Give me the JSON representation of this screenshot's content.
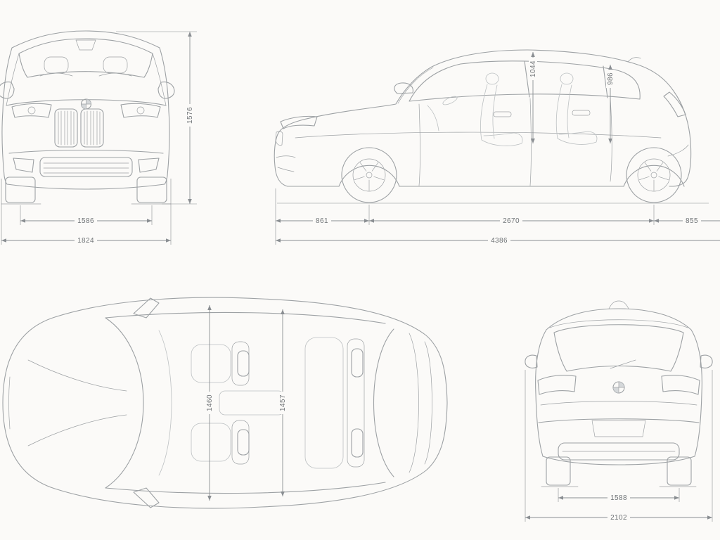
{
  "colors": {
    "background": "#fbfaf8",
    "car_line": "#9da1a4",
    "sketch_line": "#bcc0c2",
    "dim_line": "#8a8e92",
    "label_text": "#6f7376",
    "roundel_fill": "#ccd0d2"
  },
  "views": {
    "front": {
      "dimensions": {
        "height": "1576",
        "track": "1586",
        "width": "1824"
      }
    },
    "side": {
      "dimensions": {
        "front_headroom": "1044",
        "rear_headroom": "986",
        "front_overhang": "861",
        "wheelbase": "2670",
        "rear_overhang": "855",
        "length": "4386"
      }
    },
    "top": {
      "dimensions": {
        "front_interior_width": "1460",
        "rear_interior_width": "1457"
      }
    },
    "rear": {
      "dimensions": {
        "track": "1588",
        "width_incl_mirrors": "2102"
      }
    }
  }
}
